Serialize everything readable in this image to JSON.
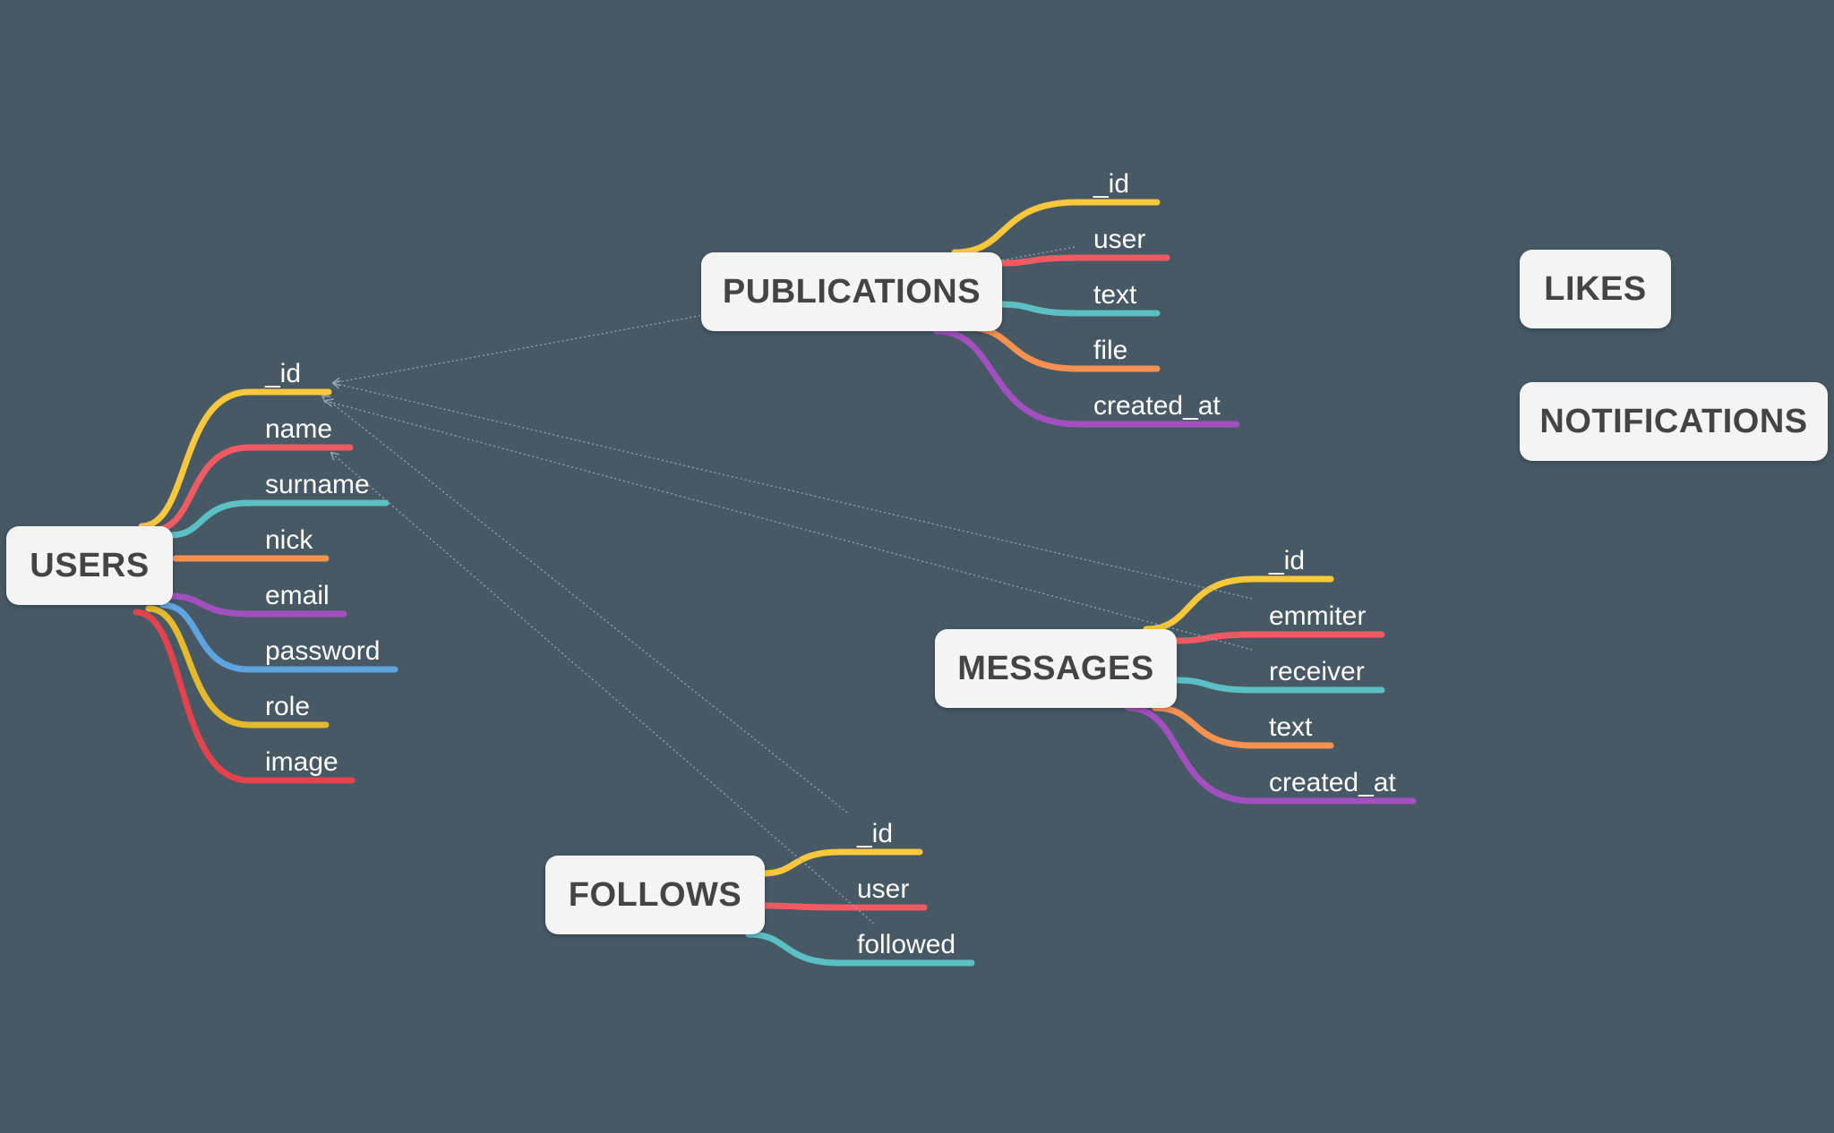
{
  "colors": {
    "background": "#465965",
    "node_fill": "#f4f4f4",
    "node_text": "#444444",
    "yellow": "#f8c73b",
    "red": "#f25a63",
    "teal": "#5bc0c4",
    "orange": "#f79150",
    "purple": "#a24fc0",
    "blue": "#5ea4e0",
    "gold": "#e6b92c",
    "crimson": "#e4424c",
    "link": "#9aa5ad"
  },
  "nodes": [
    {
      "id": "users",
      "label": "USERS",
      "fields": [
        {
          "label": "_id",
          "color": "yellow"
        },
        {
          "label": "name",
          "color": "red"
        },
        {
          "label": "surname",
          "color": "teal"
        },
        {
          "label": "nick",
          "color": "orange"
        },
        {
          "label": "email",
          "color": "purple"
        },
        {
          "label": "password",
          "color": "blue"
        },
        {
          "label": "role",
          "color": "gold"
        },
        {
          "label": "image",
          "color": "crimson"
        }
      ]
    },
    {
      "id": "publications",
      "label": "PUBLICATIONS",
      "fields": [
        {
          "label": "_id",
          "color": "yellow"
        },
        {
          "label": "user",
          "color": "red"
        },
        {
          "label": "text",
          "color": "teal"
        },
        {
          "label": "file",
          "color": "orange"
        },
        {
          "label": "created_at",
          "color": "purple"
        }
      ]
    },
    {
      "id": "messages",
      "label": "MESSAGES",
      "fields": [
        {
          "label": "_id",
          "color": "yellow"
        },
        {
          "label": "emmiter",
          "color": "red"
        },
        {
          "label": "receiver",
          "color": "teal"
        },
        {
          "label": "text",
          "color": "orange"
        },
        {
          "label": "created_at",
          "color": "purple"
        }
      ]
    },
    {
      "id": "follows",
      "label": "FOLLOWS",
      "fields": [
        {
          "label": "_id",
          "color": "yellow"
        },
        {
          "label": "user",
          "color": "red"
        },
        {
          "label": "followed",
          "color": "teal"
        }
      ]
    },
    {
      "id": "likes",
      "label": "LIKES",
      "fields": []
    },
    {
      "id": "notifications",
      "label": "NOTIFICATIONS",
      "fields": []
    }
  ],
  "relations": [
    {
      "from": "publications.user",
      "to": "users._id"
    },
    {
      "from": "messages.emmiter",
      "to": "users._id"
    },
    {
      "from": "messages.receiver",
      "to": "users._id"
    },
    {
      "from": "follows.user",
      "to": "users._id"
    },
    {
      "from": "follows.followed",
      "to": "users._id"
    }
  ]
}
